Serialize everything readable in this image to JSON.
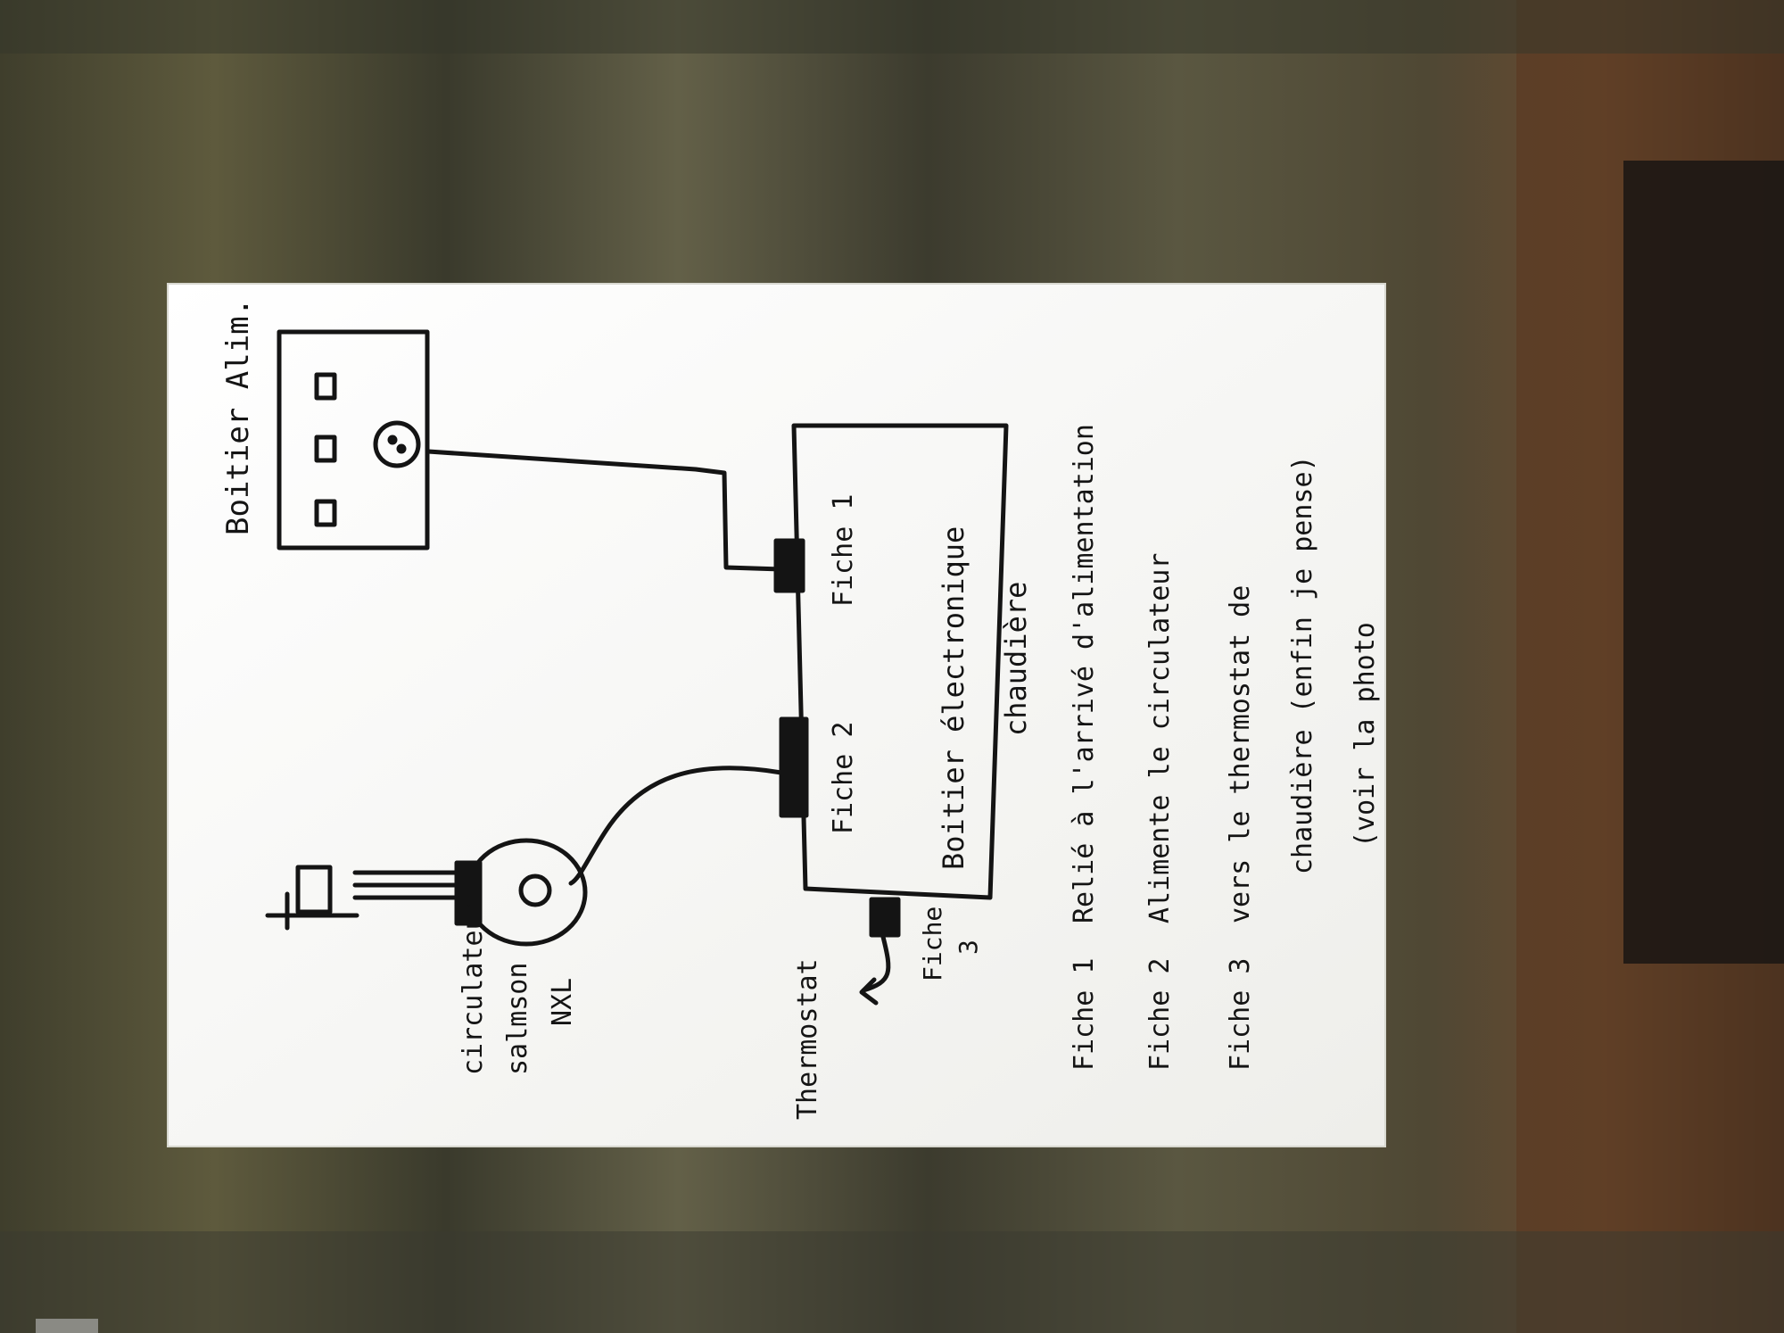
{
  "diagram": {
    "box_power": {
      "label": "Boitier Alim."
    },
    "circulator": {
      "line1": "circulateur",
      "line2": "salmson",
      "line3": "NXL"
    },
    "control_box": {
      "label_line1": "Boitier électronique",
      "label_line2": "chaudière"
    },
    "plugs": {
      "plug1": "Fiche 1",
      "plug2": "Fiche 2",
      "plug3_line1": "Fiche",
      "plug3_line2": "3"
    },
    "thermostat": "Thermostat"
  },
  "legend": [
    {
      "key": "Fiche 1",
      "text": "Relié à l'arrivé d'alimentation"
    },
    {
      "key": "Fiche 2",
      "text": "Alimente le circulateur"
    },
    {
      "key": "Fiche 3",
      "text": "vers le thermostat de",
      "cont1": "chaudière (enfin je pense)",
      "cont2": "(voir la photo"
    }
  ],
  "colors": {
    "ink": "#141414",
    "paper": "#f6f6f2"
  }
}
